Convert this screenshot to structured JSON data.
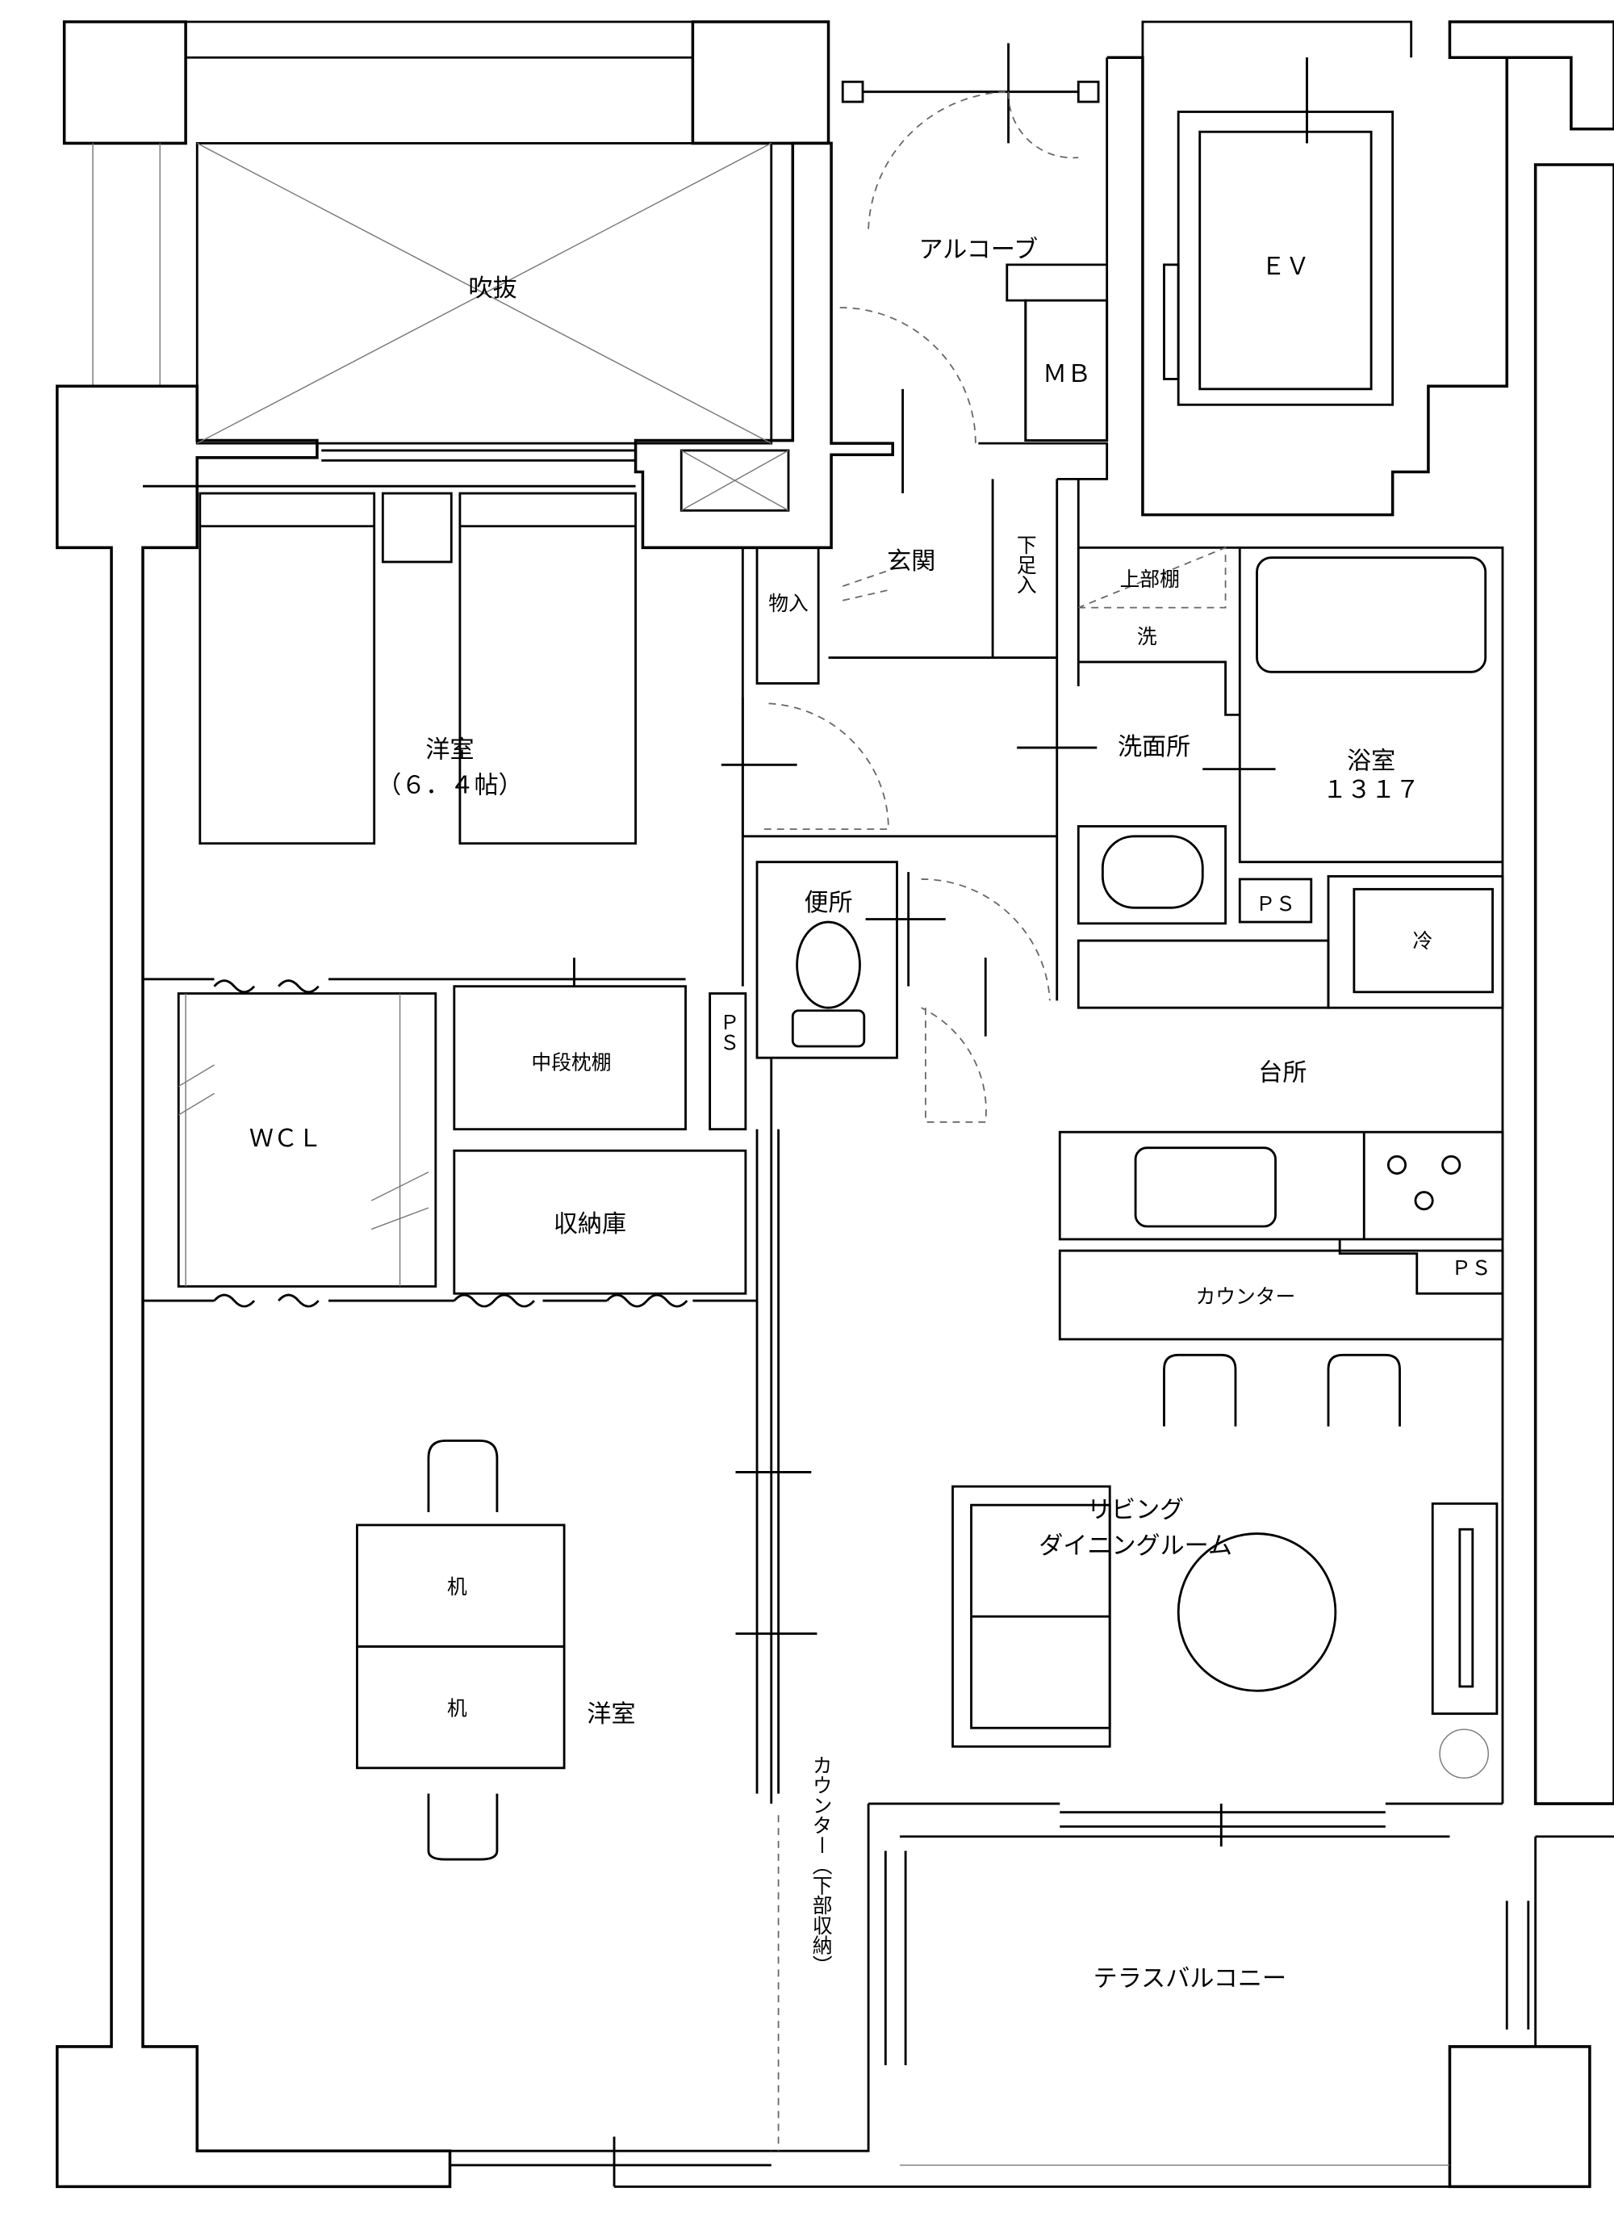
{
  "title": "Floor plan",
  "rooms": {
    "void": "吹抜",
    "alcove": "アルコーブ",
    "ev": "ＥＶ",
    "mb": "ＭＢ",
    "entrance": "玄関",
    "storage_entrance": "物入",
    "shoe_storage": "下足入",
    "upper_shelf": "上部棚",
    "washer": "洗",
    "washroom": "洗面所",
    "bath": "浴室",
    "bath_size": "１３１７",
    "bedroom": "洋室",
    "bedroom_size": "（６．４帖）",
    "toilet": "便所",
    "ps1": "ＰＳ",
    "ps2": "ＰＳ",
    "ps3": "ＰＳ",
    "fridge": "冷",
    "kitchen": "台所",
    "pillow_shelf": "中段枕棚",
    "wcl": "ＷＣＬ",
    "storage": "収納庫",
    "counter_kitchen": "カウンター",
    "living": "リビング",
    "dining": "ダイニングルーム",
    "desk1": "机",
    "desk2": "机",
    "western_room": "洋室",
    "counter_side": "カウンター（下部収納）",
    "terrace": "テラスバルコニー"
  }
}
